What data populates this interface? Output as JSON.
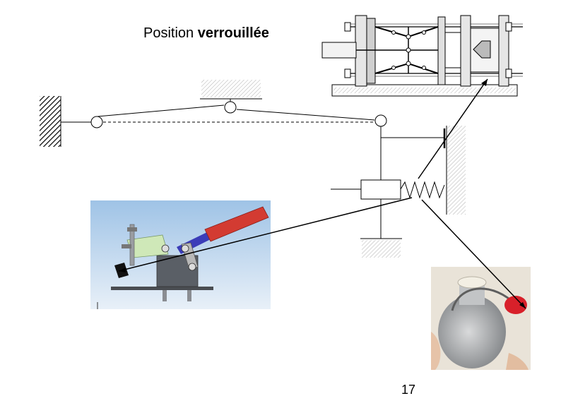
{
  "slide": {
    "title_prefix": "Position",
    "title_bold": "verrouillée",
    "page_number": "17"
  },
  "colors": {
    "line": "#000000",
    "clamp_sky_top": "#9fc3e6",
    "clamp_sky_bottom": "#e8f0f8",
    "handle_red": "#d33b32",
    "arm_blue": "#3b3db8",
    "link_green": "#cfe8b8",
    "body_gray": "#5a5f66",
    "cap_red": "#d8202a",
    "bottle_gray": "#a7a9ab"
  },
  "images": {
    "clamp_photo": "toggle-clamp-render",
    "bottle_photo": "swing-top-bottle-photo",
    "machine_drawing": "injection-machine-toggle-drawing"
  }
}
